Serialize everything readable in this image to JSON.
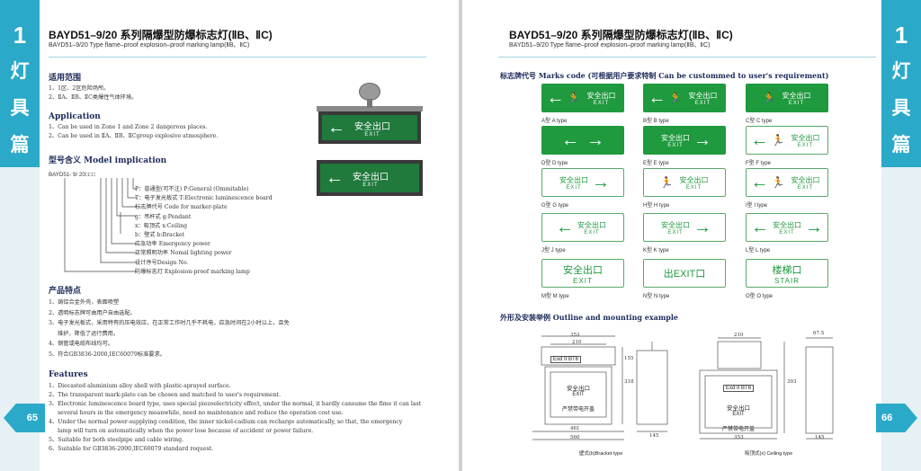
{
  "left": {
    "tab": {
      "number": "1",
      "chars": [
        "灯",
        "具",
        "篇"
      ]
    },
    "page_number": "65",
    "title": "BAYD51–9/20 系列隔爆型防爆标志灯(ⅡB、ⅡC)",
    "subtitle": "BAYD51–9/20  Type flame–proof explosion–proof  marking lamp(ⅡB、ⅡC)",
    "scope": {
      "heading": "适用范围",
      "items": [
        "1、1区、2区危险场所。",
        "2、ⅡA、ⅡB、ⅡC类爆性气体环境。"
      ]
    },
    "application": {
      "heading": "Application",
      "items": [
        "1、Can be used in  Zone 1 and Zone 2 dangerous places.",
        "2、Can be used in ⅡA、ⅡB、ⅡCgroup explosive atmosphere."
      ]
    },
    "model": {
      "heading": "型号含义 Model implication",
      "code": "BAYD51- 9/ 20□□□",
      "lines": [
        "P：普通型(可不注) P:General (Ommitable)",
        "T：电子发光板式  T:Electronic luminescence board",
        "标志牌代号 Code for marker-plate",
        "g：吊杆式  g:Pendant",
        "x：吸顶式  x:Ceiling",
        "b：壁式      b:Bracket",
        "应急功率 Emergency power",
        "正常照明功率 Nomal lighting power",
        "设计序号Design No.",
        "防爆标志灯 Explosion-proof marking lamp"
      ]
    },
    "features_cn": {
      "heading": "产品特点",
      "items": [
        "1、铸铝合金外壳，表面喷塑",
        "2、透明标志牌可由用户自由选配。",
        "3、电子发光板式，采用特有的压电效应，在正常工作时几乎不耗电，应急时间在2小时以上，且免",
        "维护，降低了运行费用。",
        "4、钢管或电缆布线均可。",
        "5、符合GB3836-2000,IEC60079标准要求。"
      ]
    },
    "features_en": {
      "heading": "Features",
      "items": [
        "1、Diecasted aluminium alloy shell with plastic-sprayed surface.",
        "2、The transparent mark-plate can be chosen and matched to user's requirement.",
        "3、Electronic luminescence board type, uses special piezoelectricity effect, under the normal, it hardly cansume the fime it can last",
        "several hours in the emergency meanwhile, need no maintenance and reduce the operation cost use.",
        "4、Under the normal power-supplying condition, the inner nickel-cadium can recharge automatically, so that, the emergency",
        "lamp will turn on automatically when the power lose because of accident or power failure.",
        "5、Suitable for both steelpipe and cable wiring.",
        "6、Suitable for GB3836-2000,IEC60079 standard request."
      ]
    },
    "product_sign_text": {
      "cn": "安全出口",
      "en": "EXIT"
    }
  },
  "right": {
    "tab": {
      "number": "1",
      "chars": [
        "灯",
        "具",
        "篇"
      ]
    },
    "page_number": "66",
    "title": "BAYD51–9/20 系列隔爆型防爆标志灯(ⅡB、ⅡC)",
    "subtitle": "BAYD51–9/20  Type flame–proof explosion–proof  marking lamp(ⅡB、ⅡC)",
    "marks_heading": "标志牌代号  Marks code (可根据用户要求特制  Can be custommed to user's  requirement)",
    "signs": [
      {
        "caption": "A型  A  type",
        "style": "g",
        "text_cn": "安全出口",
        "text_en": "EXIT",
        "arrow": "left-man"
      },
      {
        "caption": "B型  B  type",
        "style": "g",
        "text_cn": "安全出口",
        "text_en": "EXIT",
        "arrow": "left-man-small"
      },
      {
        "caption": "C型  C  type",
        "style": "g",
        "text_cn": "安全出口",
        "text_en": "EXIT",
        "arrow": "man-small"
      },
      {
        "caption": "D型  D  type",
        "style": "g",
        "text_cn": "",
        "text_en": "",
        "arrow": "both"
      },
      {
        "caption": "E型  E  type",
        "style": "g",
        "text_cn": "安全出口",
        "text_en": "EXIT",
        "arrow": "right-small"
      },
      {
        "caption": "F型  F  type",
        "style": "w",
        "text_cn": "安全出口",
        "text_en": "EXIT",
        "arrow": "left-man"
      },
      {
        "caption": "G型  G  type",
        "style": "w",
        "text_cn": "安全出口",
        "text_en": "EXIT",
        "arrow": "right"
      },
      {
        "caption": "H型  H  type",
        "style": "w",
        "text_cn": "安全出口",
        "text_en": "EXIT",
        "arrow": "man-small"
      },
      {
        "caption": "I型  I  type",
        "style": "w",
        "text_cn": "安全出口",
        "text_en": "EXIT",
        "arrow": "left-man"
      },
      {
        "caption": "J型  J  type",
        "style": "w",
        "text_cn": "安全出口",
        "text_en": "EXIT",
        "arrow": "left"
      },
      {
        "caption": "K型  K  type",
        "style": "w",
        "text_cn": "安全出口",
        "text_en": "EXIT",
        "arrow": "right"
      },
      {
        "caption": "L型  L  type",
        "style": "w",
        "text_cn": "安全出口",
        "text_en": "EXIT",
        "arrow": "both"
      },
      {
        "caption": "M型  M  type",
        "style": "w",
        "text_cn": "安全出口",
        "text_en": "EXIT",
        "arrow": "none"
      },
      {
        "caption": "N型  N  type",
        "style": "w",
        "text_cn": "出EXIT口",
        "text_en": "",
        "arrow": "none"
      },
      {
        "caption": "O型  O  type",
        "style": "w",
        "text_cn": "楼梯口",
        "text_en": "STAIR",
        "arrow": "none"
      }
    ],
    "outline_heading": "外形及安装举例   Outline and mounting example",
    "drawing_bracket": {
      "caption": "壁式(b)Bracket type",
      "dims": [
        "353",
        "210",
        "155",
        "318",
        "461",
        "560",
        "145"
      ],
      "plate_mark": "Exd II BT6",
      "plate_cn": "安全出口",
      "plate_en": "EXIT",
      "warn": "严禁带电开盖"
    },
    "drawing_ceiling": {
      "caption": "吸顶式(x) Ceiling type",
      "dims": [
        "210",
        "67.5",
        "393",
        "353",
        "145"
      ],
      "plate_mark": "Exd II BT6",
      "plate_cn": "安全出口",
      "plate_en": "EXIT",
      "warn": "严禁带电开盖"
    }
  },
  "colors": {
    "accent": "#2aa9c8",
    "sign_green": "#1f9a3e",
    "heading_navy": "#1d2b5a"
  }
}
